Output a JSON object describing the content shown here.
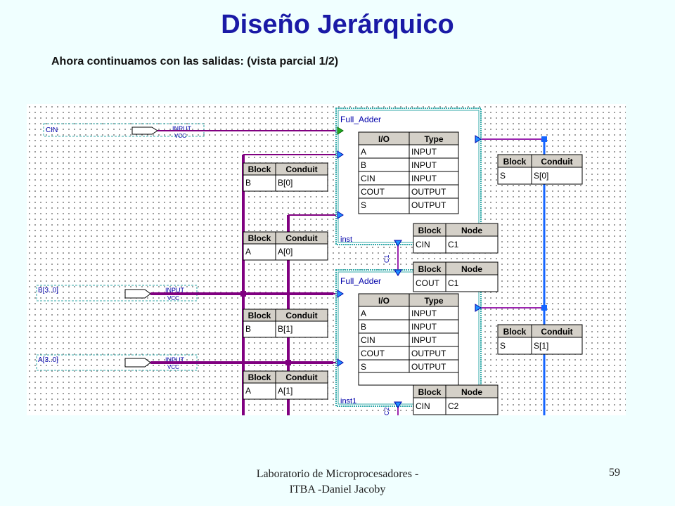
{
  "slide": {
    "title": "Diseño Jerárquico",
    "subtitle": "Ahora continuamos con las salidas: (vista parcial 1/2)",
    "footer_line1": "Laboratorio de Microprocesadores -",
    "footer_line2": "ITBA -Daniel Jacoby",
    "page_number": "59"
  },
  "colors": {
    "title": "#1a1aa6",
    "bus": "#800080",
    "wire": "#9c27b0",
    "blue_wire": "#1565ff",
    "block_border": "#33aaaa",
    "table_header": "#d4d0c8"
  },
  "inputs": {
    "cin": {
      "name": "CIN",
      "type": "INPUT",
      "default": "VCC"
    },
    "b": {
      "name": "B[3..0]",
      "type": "INPUT",
      "default": "VCC"
    },
    "a": {
      "name": "A[3..0]",
      "type": "INPUT",
      "default": "VCC"
    }
  },
  "blocks": [
    {
      "title": "Full_Adder",
      "instance": "inst",
      "io_header": "I/O",
      "type_header": "Type",
      "ports": [
        {
          "io": "A",
          "type": "INPUT"
        },
        {
          "io": "B",
          "type": "INPUT"
        },
        {
          "io": "CIN",
          "type": "INPUT"
        },
        {
          "io": "COUT",
          "type": "OUTPUT"
        },
        {
          "io": "S",
          "type": "OUTPUT"
        }
      ]
    },
    {
      "title": "Full_Adder",
      "instance": "inst1",
      "io_header": "I/O",
      "type_header": "Type",
      "ports": [
        {
          "io": "A",
          "type": "INPUT"
        },
        {
          "io": "B",
          "type": "INPUT"
        },
        {
          "io": "CIN",
          "type": "INPUT"
        },
        {
          "io": "COUT",
          "type": "OUTPUT"
        },
        {
          "io": "S",
          "type": "OUTPUT"
        }
      ]
    }
  ],
  "conduit_tables": {
    "header_block": "Block",
    "header_conduit": "Conduit",
    "b0": {
      "block": "B",
      "conduit": "B[0]"
    },
    "a0": {
      "block": "A",
      "conduit": "A[0]"
    },
    "b1": {
      "block": "B",
      "conduit": "B[1]"
    },
    "a1": {
      "block": "A",
      "conduit": "A[1]"
    },
    "s0": {
      "block": "S",
      "conduit": "S[0]"
    },
    "s1": {
      "block": "S",
      "conduit": "S[1]"
    }
  },
  "node_tables": {
    "header_block": "Block",
    "header_node": "Node",
    "cin1": {
      "block": "CIN",
      "node": "C1"
    },
    "cout1": {
      "block": "COUT",
      "node": "C1"
    },
    "cin2": {
      "block": "CIN",
      "node": "C2"
    }
  },
  "signals": {
    "c1": "C1",
    "c2": "C2"
  }
}
